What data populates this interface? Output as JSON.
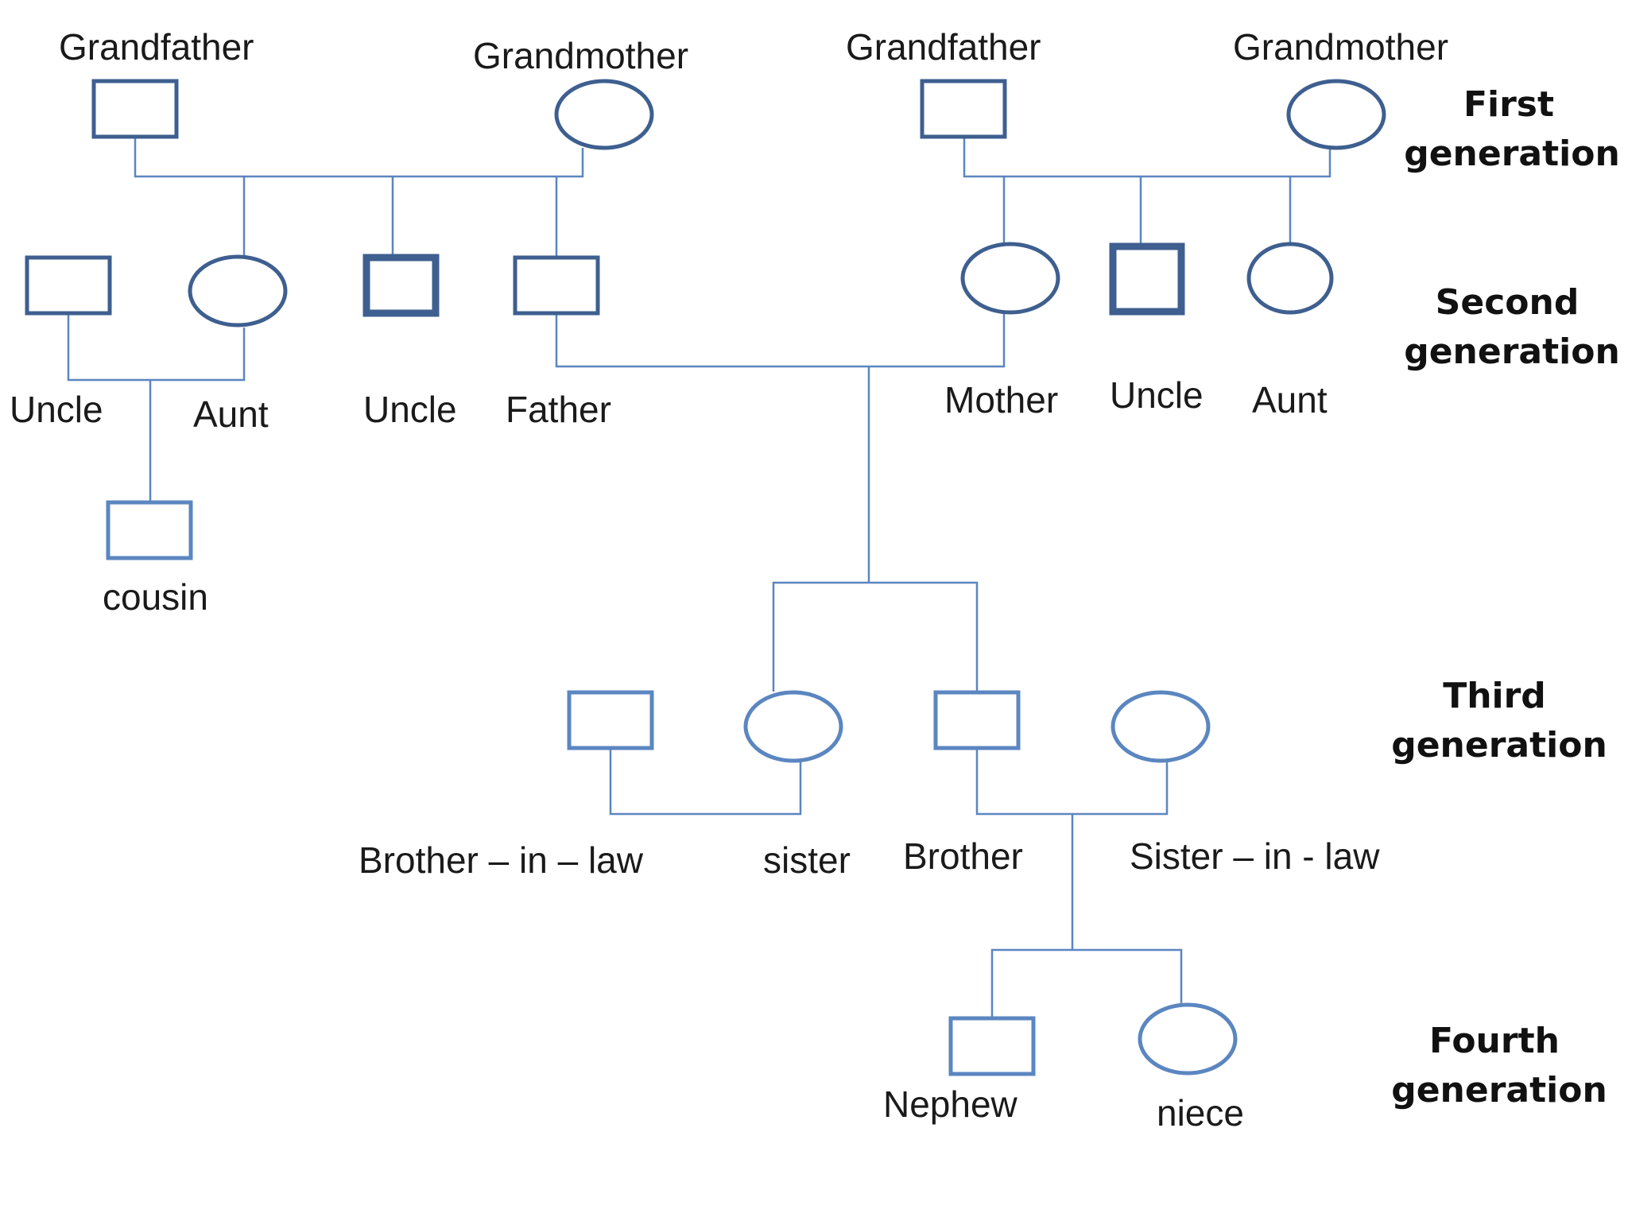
{
  "colors": {
    "node_stroke": "#3e5f8f",
    "node_stroke_light": "#5b86c0",
    "line": "#5b86c0",
    "text": "#1a1a1a"
  },
  "generations": {
    "first": [
      "First",
      "generation"
    ],
    "second": [
      "Second",
      "generation"
    ],
    "third": [
      "Third",
      "generation"
    ],
    "fourth": [
      "Fourth",
      "generation"
    ]
  },
  "people": {
    "grandfather_paternal": {
      "label": "Grandfather",
      "shape": "square"
    },
    "grandmother_paternal": {
      "label": "Grandmother",
      "shape": "circle"
    },
    "grandfather_maternal": {
      "label": "Grandfather",
      "shape": "square"
    },
    "grandmother_maternal": {
      "label": "Grandmother",
      "shape": "circle"
    },
    "uncle_in_law": {
      "label": "Uncle",
      "shape": "square"
    },
    "aunt_paternal": {
      "label": "Aunt",
      "shape": "circle"
    },
    "uncle_paternal": {
      "label": "Uncle",
      "shape": "square",
      "emphasis": "bold"
    },
    "father": {
      "label": "Father",
      "shape": "square"
    },
    "mother": {
      "label": "Mother",
      "shape": "circle"
    },
    "uncle_maternal": {
      "label": "Uncle",
      "shape": "square",
      "emphasis": "bold"
    },
    "aunt_maternal": {
      "label": "Aunt",
      "shape": "circle"
    },
    "cousin": {
      "label": "cousin",
      "shape": "square"
    },
    "brother_in_law": {
      "label": "Brother – in – law",
      "shape": "square"
    },
    "sister": {
      "label": "sister",
      "shape": "circle"
    },
    "brother": {
      "label": "Brother",
      "shape": "square"
    },
    "sister_in_law": {
      "label": "Sister – in - law",
      "shape": "circle"
    },
    "nephew": {
      "label": "Nephew",
      "shape": "square"
    },
    "niece": {
      "label": "niece",
      "shape": "circle"
    }
  }
}
